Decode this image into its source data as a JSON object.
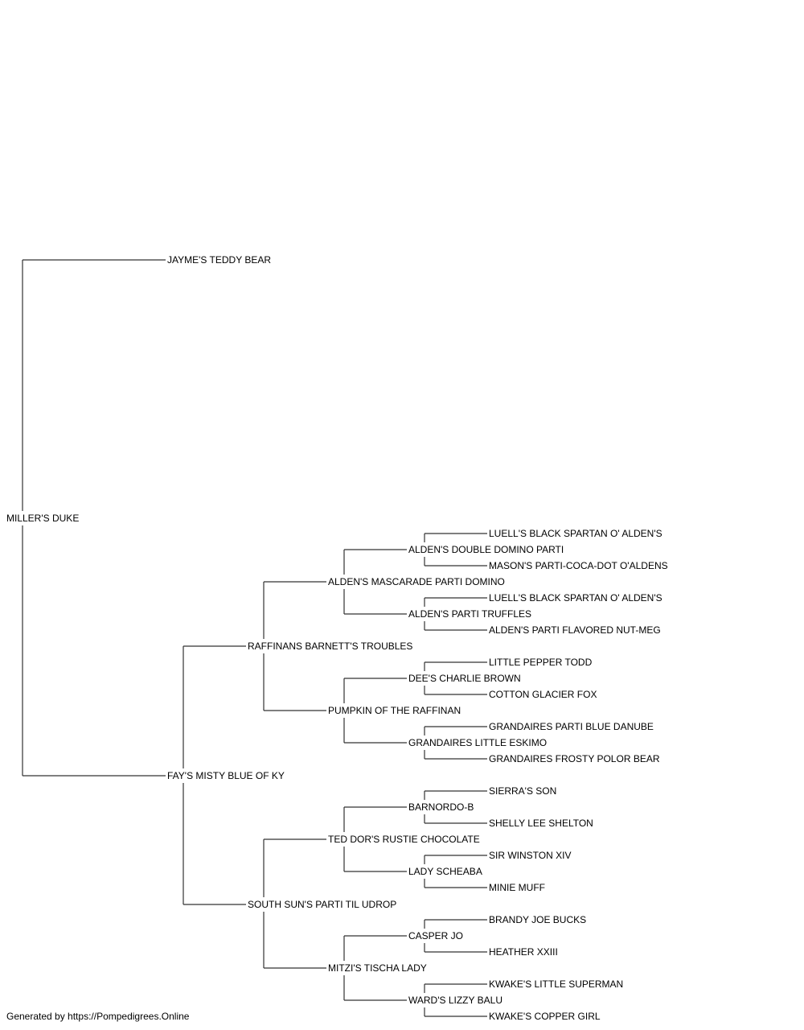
{
  "pedigree": {
    "name": "MILLER'S DUKE",
    "sire": {
      "name": "JAYME'S TEDDY BEAR"
    },
    "dam": {
      "name": "FAY'S MISTY BLUE OF KY",
      "sire": {
        "name": "RAFFINANS BARNETT'S TROUBLES",
        "sire": {
          "name": "ALDEN'S MASCARADE PARTI DOMINO",
          "sire": {
            "name": "ALDEN'S DOUBLE DOMINO PARTI",
            "sire": {
              "name": "LUELL'S BLACK SPARTAN O' ALDEN'S"
            },
            "dam": {
              "name": "MASON'S PARTI-COCA-DOT O'ALDENS"
            }
          },
          "dam": {
            "name": "ALDEN'S PARTI TRUFFLES",
            "sire": {
              "name": "LUELL'S BLACK SPARTAN O' ALDEN'S"
            },
            "dam": {
              "name": "ALDEN'S PARTI FLAVORED NUT-MEG"
            }
          }
        },
        "dam": {
          "name": "PUMPKIN OF THE RAFFINAN",
          "sire": {
            "name": "DEE'S CHARLIE BROWN",
            "sire": {
              "name": "LITTLE PEPPER TODD"
            },
            "dam": {
              "name": "COTTON GLACIER FOX"
            }
          },
          "dam": {
            "name": "GRANDAIRES LITTLE ESKIMO",
            "sire": {
              "name": "GRANDAIRES PARTI BLUE DANUBE"
            },
            "dam": {
              "name": "GRANDAIRES FROSTY POLOR BEAR"
            }
          }
        }
      },
      "dam": {
        "name": "SOUTH SUN'S PARTI TIL UDROP",
        "sire": {
          "name": "TED DOR'S RUSTIE CHOCOLATE",
          "sire": {
            "name": "BARNORDO-B",
            "sire": {
              "name": "SIERRA'S SON"
            },
            "dam": {
              "name": "SHELLY LEE SHELTON"
            }
          },
          "dam": {
            "name": "LADY SCHEABA",
            "sire": {
              "name": "SIR WINSTON XIV"
            },
            "dam": {
              "name": "MINIE MUFF"
            }
          }
        },
        "dam": {
          "name": "MITZI'S TISCHA LADY",
          "sire": {
            "name": "CASPER JO",
            "sire": {
              "name": "BRANDY JOE BUCKS"
            },
            "dam": {
              "name": "HEATHER XXIII"
            }
          },
          "dam": {
            "name": "WARD'S LIZZY BALU",
            "sire": {
              "name": "KWAKE'S LITTLE SUPERMAN"
            },
            "dam": {
              "name": "KWAKE'S COPPER GIRL"
            }
          }
        }
      }
    }
  },
  "footer": "Generated by https://Pompedigrees.Online"
}
